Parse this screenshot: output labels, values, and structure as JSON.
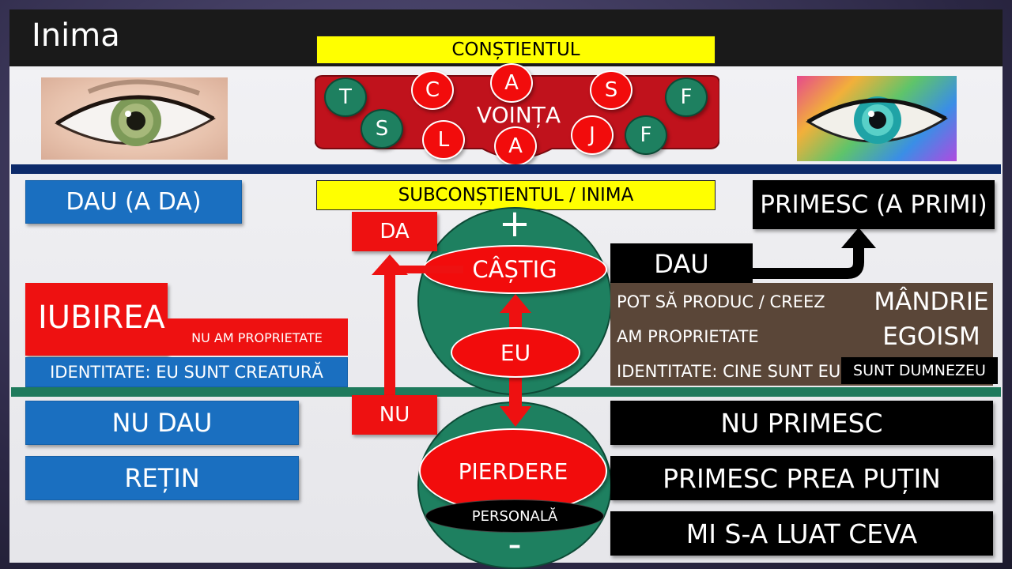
{
  "title": "Inima",
  "top_banner": "CONȘTIENTUL",
  "will_label": "VOINȚA",
  "will_letters": {
    "t": "T",
    "c": "C",
    "a_top": "A",
    "s_right": "S",
    "f_right": "F",
    "s_left": "S",
    "l": "L",
    "a_bottom": "A",
    "j": "J",
    "f_bottom": "F"
  },
  "sub_banner": "SUBCONȘTIENTUL / INIMA",
  "left": {
    "dau": "DAU (A DA)",
    "iubirea": "IUBIREA",
    "nu_am_proprietate": "NU AM PROPRIETATE",
    "identitate": "IDENTITATE: EU SUNT CREATURĂ",
    "nu_dau": "NU DAU",
    "retin": "REȚIN"
  },
  "center": {
    "da": "DA",
    "nu": "NU",
    "plus": "+",
    "minus": "-",
    "castig": "CÂȘTIG",
    "eu": "EU",
    "pierdere": "PIERDERE",
    "personala": "PERSONALĂ"
  },
  "right": {
    "primesc": "PRIMESC (A PRIMI)",
    "dau": "DAU",
    "pot": "POT SĂ PRODUC / CREEZ",
    "mandrie": "MÂNDRIE",
    "am_proprietate": "AM PROPRIETATE",
    "egoism": "EGOISM",
    "identitate": "IDENTITATE: CINE SUNT EU?",
    "sunt_dumnezeu": "SUNT DUMNEZEU",
    "nu_primesc": "NU PRIMESC",
    "primesc_putin": "PRIMESC PREA PUȚIN",
    "luat": "MI S-A LUAT CEVA"
  },
  "colors": {
    "blue": "#1a6fc0",
    "red": "#ee1111",
    "green": "#1e8060",
    "yellow": "#ffff00",
    "brown": "#5a4638",
    "navy": "#0c2a6a"
  }
}
